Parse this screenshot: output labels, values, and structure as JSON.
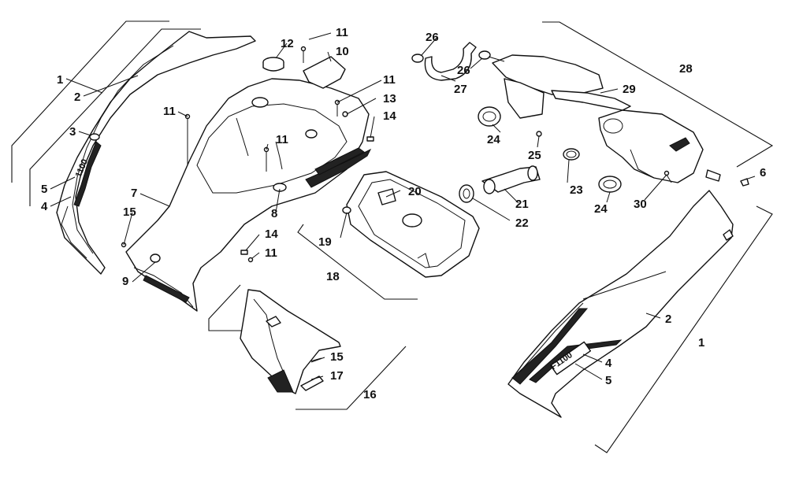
{
  "diagram": {
    "decal_text_left": "1100",
    "decal_text_right": "F1100",
    "callouts": {
      "c1_left": "1",
      "c2_left": "2",
      "c3": "3",
      "c4_left": "4",
      "c5_left": "5",
      "c6": "6",
      "c7": "7",
      "c8": "8",
      "c9": "9",
      "c10": "10",
      "c11_a": "11",
      "c11_b": "11",
      "c11_c": "11",
      "c11_d": "11",
      "c11_e": "11",
      "c12": "12",
      "c13": "13",
      "c14_a": "14",
      "c14_b": "14",
      "c15_a": "15",
      "c15_b": "15",
      "c16": "16",
      "c17": "17",
      "c18": "18",
      "c19": "19",
      "c20": "20",
      "c21": "21",
      "c22": "22",
      "c23": "23",
      "c24_a": "24",
      "c24_b": "24",
      "c25": "25",
      "c26_a": "26",
      "c26_b": "26",
      "c27": "27",
      "c28": "28",
      "c29": "29",
      "c30": "30",
      "c1_right": "1",
      "c2_right": "2",
      "c4_right": "4",
      "c5_right": "5"
    }
  }
}
